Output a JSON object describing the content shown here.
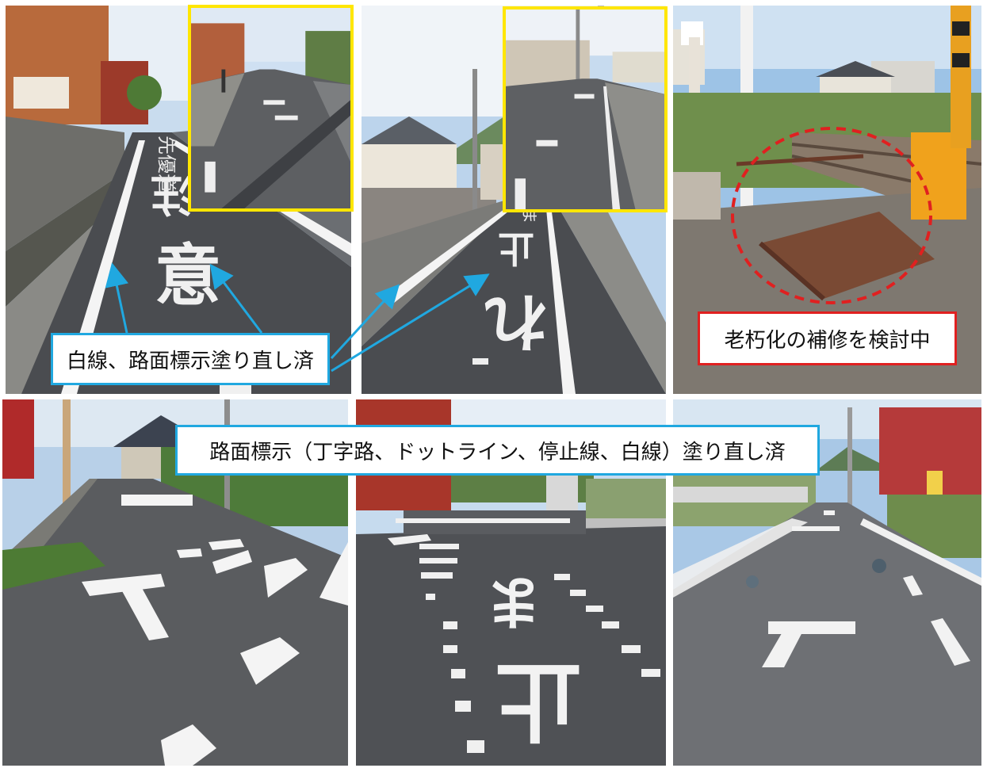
{
  "captions": {
    "top_callout": "白線、路面標示塗り直し済",
    "right_callout": "老朽化の補修を検討中",
    "bottom_banner": "路面標示（丁字路、ドットライン、停止線、白線）塗り直し済"
  },
  "colors": {
    "callout_blue": "#20a8e0",
    "callout_red": "#e02020",
    "inset_border": "#ffe600",
    "asphalt": "#4a4c50",
    "road_paint": "#f4f4f4"
  },
  "photos": [
    {
      "name": "photo-road-chuui-marking",
      "markings": [
        "注",
        "意",
        "先優道"
      ]
    },
    {
      "name": "photo-road-tomare-marking",
      "markings": [
        "止",
        "ま",
        "れ"
      ]
    },
    {
      "name": "photo-railway-crossing-drainage"
    },
    {
      "name": "photo-t-junction-left"
    },
    {
      "name": "photo-t-junction-tomare"
    },
    {
      "name": "photo-t-junction-right"
    }
  ]
}
